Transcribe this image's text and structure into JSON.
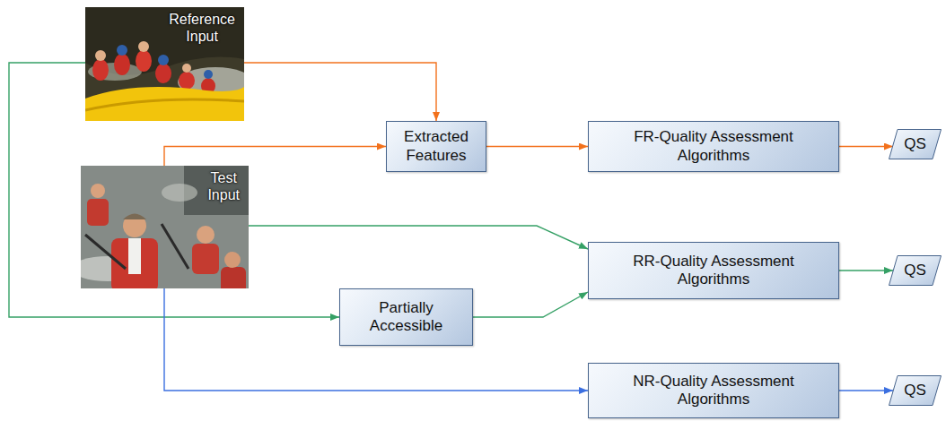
{
  "diagram": {
    "nodes": [
      {
        "text": [
          "Reference Input"
        ]
      },
      {
        "text": [
          "Extracted Features"
        ]
      },
      {
        "text": [
          "FR-Quality Assessment Algorithms"
        ]
      },
      {
        "text": [
          "QS"
        ]
      },
      {
        "text": [
          "Test Input"
        ]
      },
      {
        "text": [
          "RR-Quality Assessment Algorithms"
        ]
      },
      {
        "text": [
          "QS"
        ]
      },
      {
        "text": [
          "Partially Accessible"
        ]
      },
      {
        "text": [
          "NR-Quality Assessment Algorithms"
        ]
      },
      {
        "text": [
          "QS"
        ]
      }
    ],
    "edges": [
      {
        "from": 0,
        "to": 1,
        "arrow": "to"
      },
      {
        "from": 4,
        "to": 1,
        "arrow": "to"
      },
      {
        "from": 1,
        "to": 2,
        "arrow": "to"
      },
      {
        "from": 2,
        "to": 3,
        "arrow": "to"
      },
      {
        "from": 4,
        "to": 5,
        "arrow": "to"
      },
      {
        "from": 0,
        "to": 7,
        "arrow": "to"
      },
      {
        "from": 7,
        "to": 5,
        "arrow": "to"
      },
      {
        "from": 5,
        "to": 6,
        "arrow": "to"
      },
      {
        "from": 4,
        "to": 8,
        "arrow": "to"
      },
      {
        "from": 8,
        "to": 9,
        "arrow": "to"
      }
    ]
  }
}
